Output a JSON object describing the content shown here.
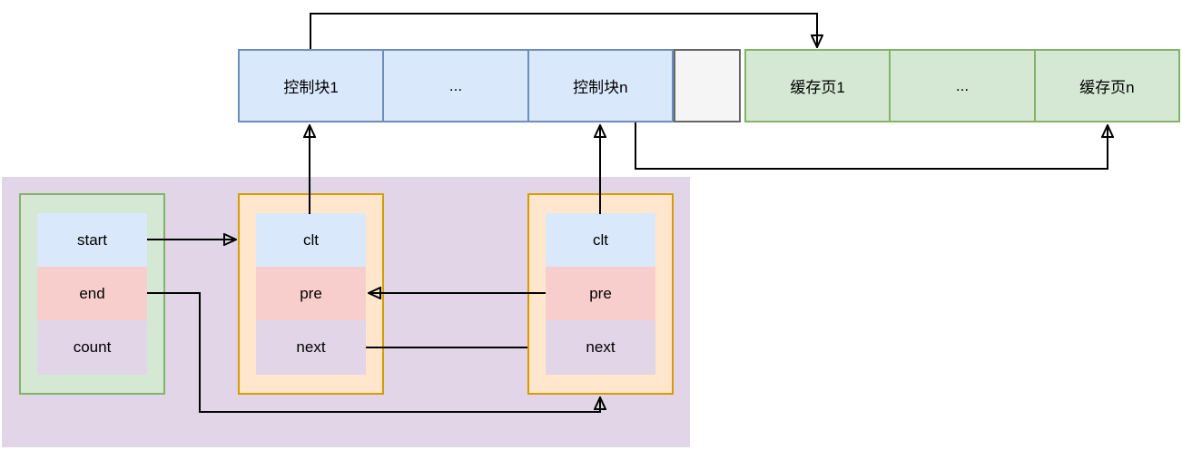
{
  "memory_row": {
    "control_blocks": [
      "控制块1",
      "...",
      "控制块n"
    ],
    "cache_pages": [
      "缓存页1",
      "...",
      "缓存页n"
    ]
  },
  "free_list_header": {
    "fields": [
      "start",
      "end",
      "count"
    ]
  },
  "control_node_1": {
    "fields": [
      "clt",
      "pre",
      "next"
    ]
  },
  "control_node_2": {
    "fields": [
      "clt",
      "pre",
      "next"
    ]
  },
  "colors": {
    "blue_fill": "#dae8fc",
    "blue_stroke": "#6c8ebf",
    "green_fill": "#d5e8d4",
    "green_stroke": "#82b366",
    "orange_fill": "#ffe6cc",
    "orange_stroke": "#d79b00",
    "purple_fill": "#e1d5e7",
    "pink_fill": "#f8cecc",
    "gray_fill": "#f5f5f5",
    "gray_stroke": "#666666",
    "arrow": "#000000"
  }
}
